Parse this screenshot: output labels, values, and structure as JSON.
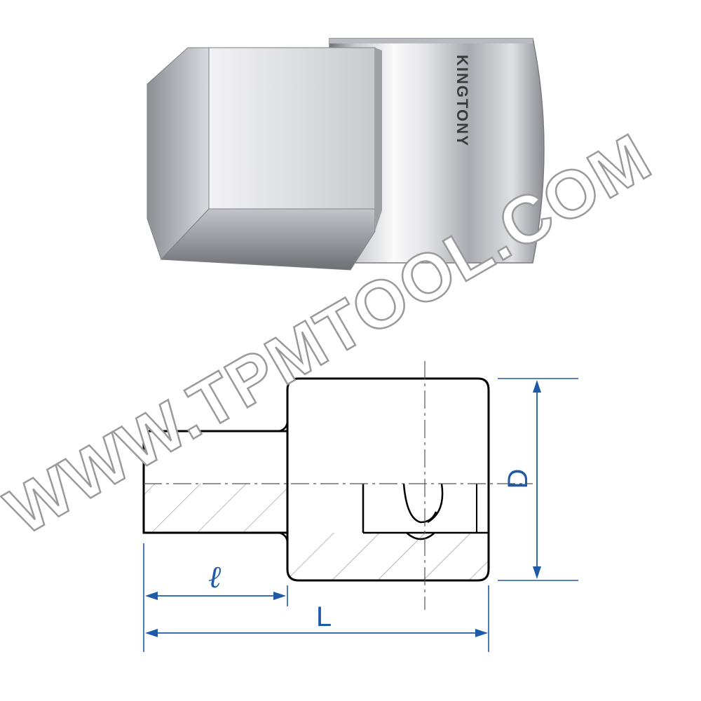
{
  "product_photo": {
    "brand_engraving": "KINGTONY"
  },
  "technical_drawing": {
    "dimensions": {
      "length_short": "ℓ",
      "length_total": "L",
      "diameter": "D"
    },
    "colors": {
      "dimension_lines": "#1e5aa8",
      "outline": "#000000"
    }
  },
  "watermark": {
    "text": "WWW.TPMTOOL.COM"
  }
}
